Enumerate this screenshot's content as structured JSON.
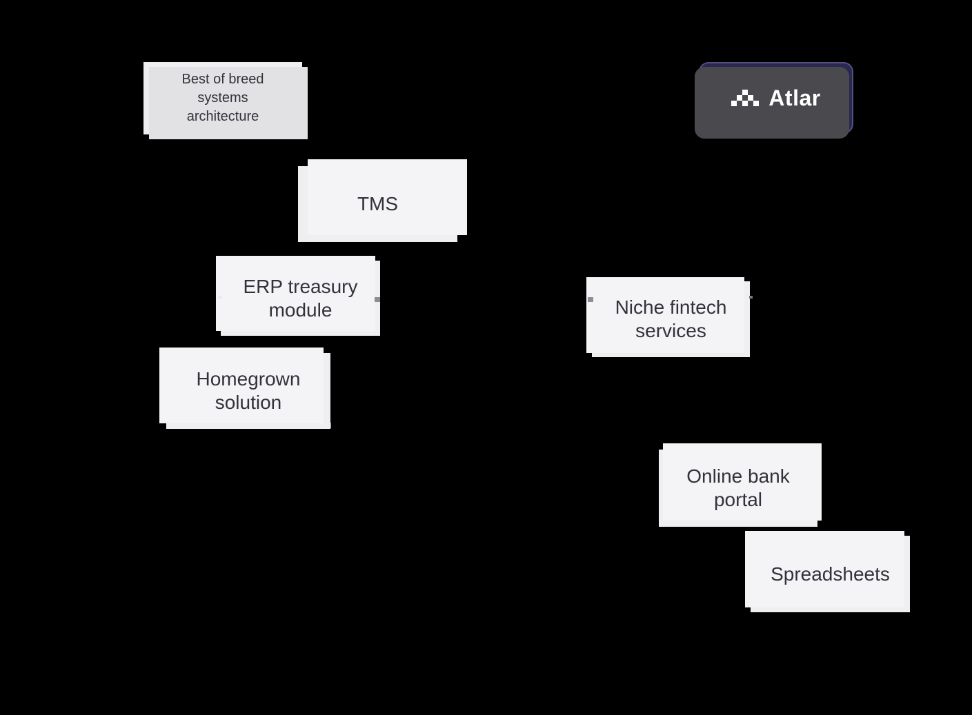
{
  "canvas": {
    "background": "#000000"
  },
  "nodes": {
    "best_of_breed": {
      "label": "Best of breed systems architecture"
    },
    "tms": {
      "label": "TMS"
    },
    "erp": {
      "label": "ERP treasury module"
    },
    "homegrown": {
      "label": "Homegrown solution"
    },
    "niche": {
      "label": "Niche fintech services"
    },
    "online_bank": {
      "label": "Online bank portal"
    },
    "spreadsheets": {
      "label": "Spreadsheets"
    }
  },
  "brand": {
    "name": "Atlar",
    "logo": "atlar-pixel-mountain-icon"
  },
  "colors": {
    "background": "#000000",
    "card_bg": "#efeff1",
    "card_text": "#32323c",
    "brand_bg": "#2a2850",
    "brand_border": "#8c8abe",
    "brand_text": "#ffffff",
    "connector_stub": "#8e8e92"
  }
}
